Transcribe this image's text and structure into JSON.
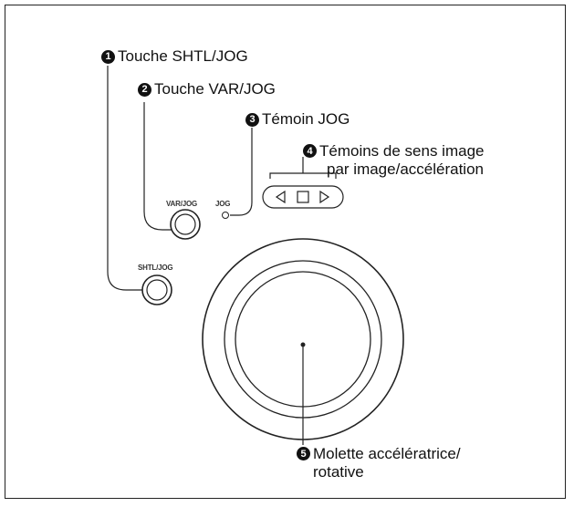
{
  "callouts": [
    {
      "num": "1",
      "text": "Touche SHTL/JOG"
    },
    {
      "num": "2",
      "text": "Touche VAR/JOG"
    },
    {
      "num": "3",
      "text": "Témoin JOG"
    },
    {
      "num": "4",
      "line1": "Témoins de sens image",
      "line2": "par image/accélération"
    },
    {
      "num": "5",
      "line1": "Molette accélératrice/",
      "line2": "rotative"
    }
  ],
  "panel_labels": {
    "var_jog": "VAR/JOG",
    "jog": "JOG",
    "shtl_jog": "SHTL/JOG"
  },
  "colors": {
    "line": "#222222",
    "background": "#ffffff"
  },
  "icons": [
    "triangle-left-icon",
    "square-icon",
    "triangle-right-icon"
  ]
}
